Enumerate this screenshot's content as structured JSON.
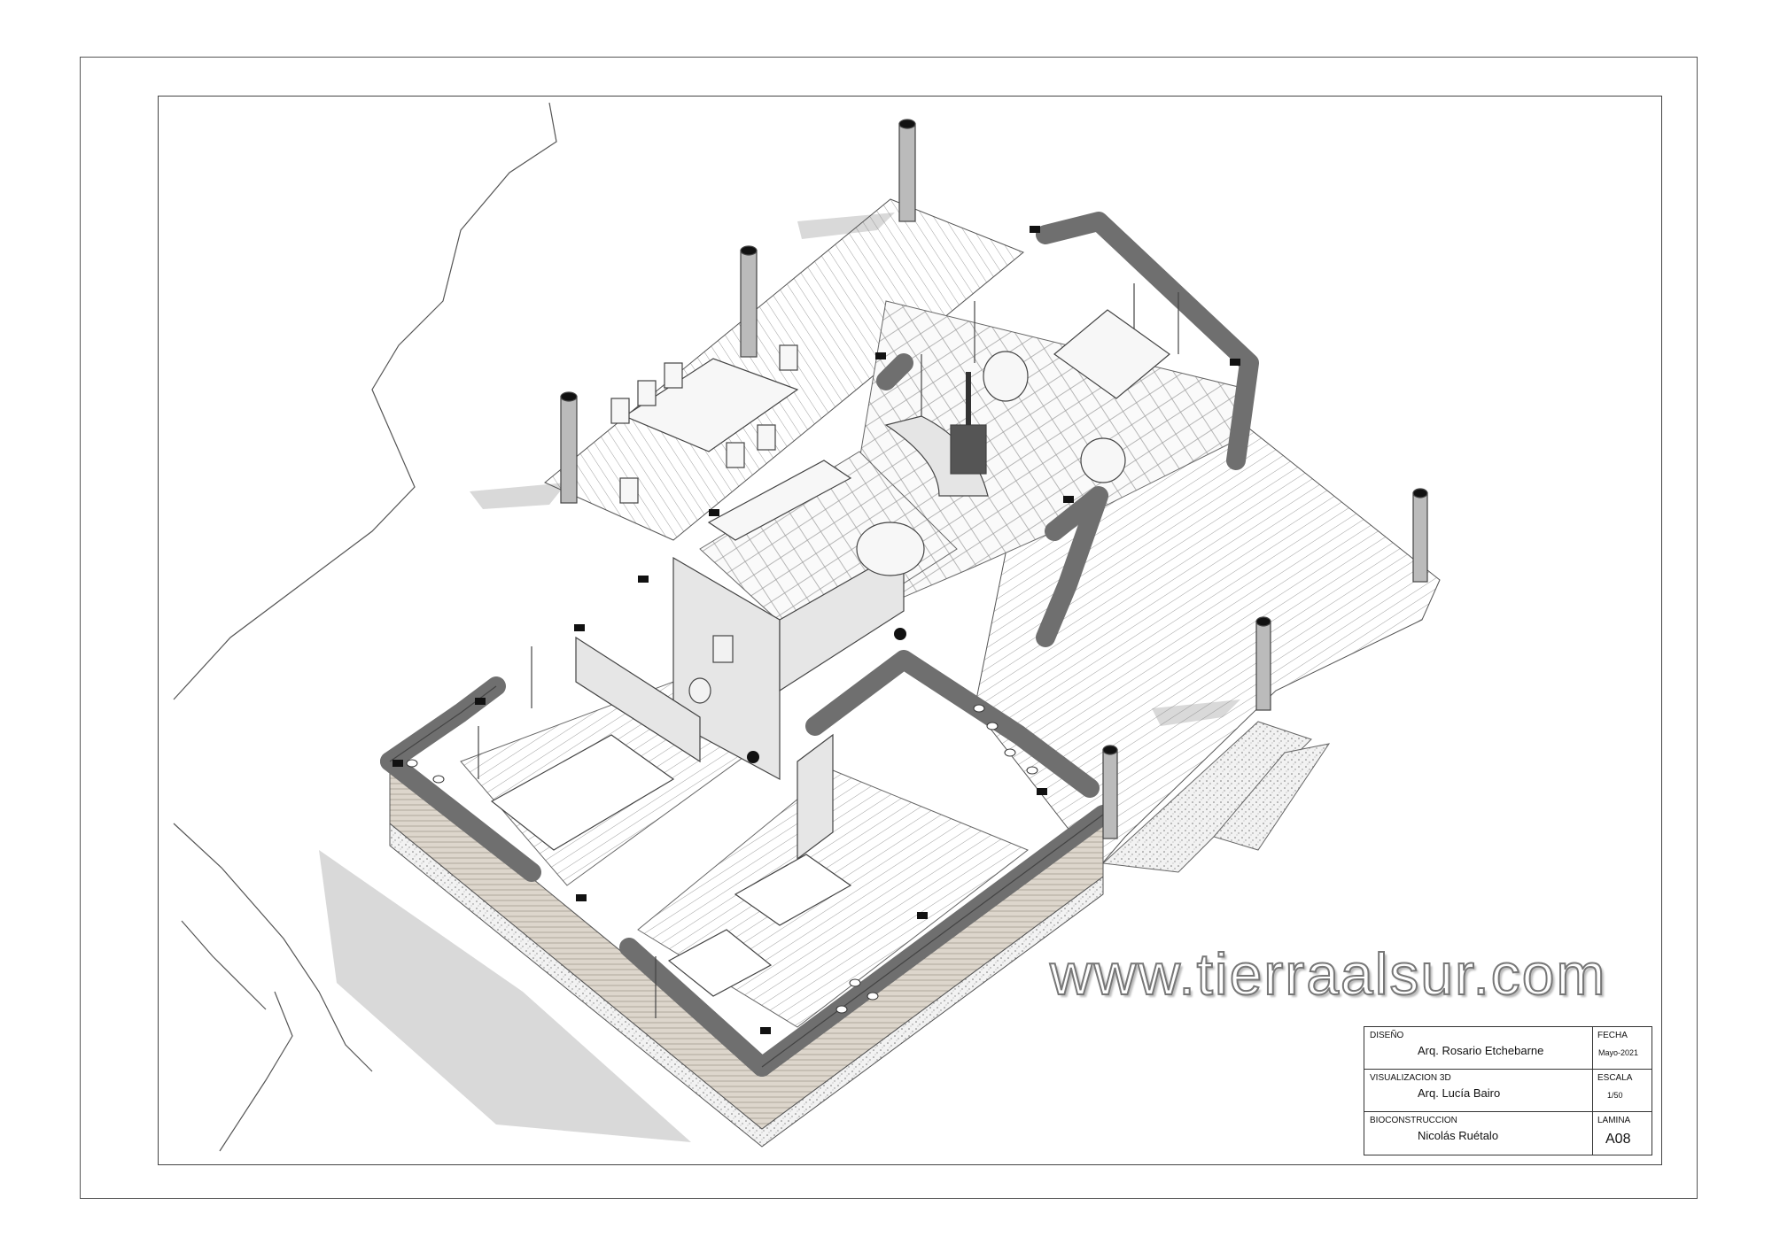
{
  "watermark": "www.tierraalsur.com",
  "title_block": {
    "diseno_label": "DISEÑO",
    "diseno_value": "Arq. Rosario Etchebarne",
    "fecha_label": "FECHA",
    "fecha_value": "Mayo-2021",
    "visualizacion_label": "VISUALIZACION 3D",
    "visualizacion_value": "Arq. Lucía Bairo",
    "escala_label": "ESCALA",
    "escala_value": "1/50",
    "bioconstruccion_label": "BIOCONSTRUCCION",
    "bioconstruccion_value": "Nicolás Ruétalo",
    "lamina_label": "LAMINA",
    "lamina_value": "A08"
  },
  "colors": {
    "wall_top": "#6f6f6f",
    "wall_side": "#d9d4cc",
    "deck": "#f4f4f4",
    "line": "#333333"
  }
}
